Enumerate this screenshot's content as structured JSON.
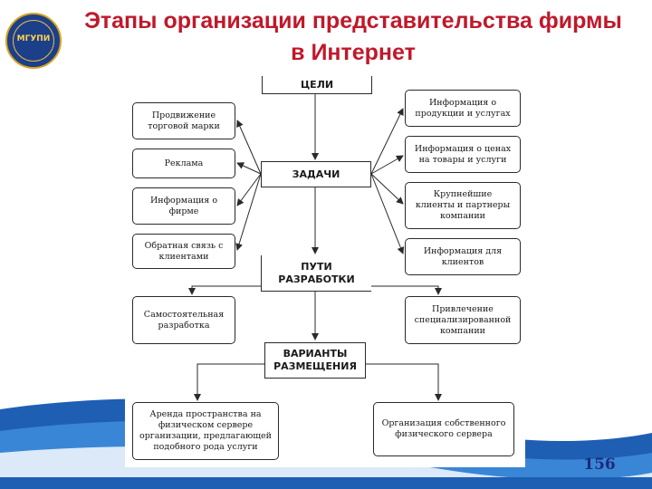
{
  "header": {
    "title": "Этапы организации представительства фирмы в Интернет",
    "logo_text": "МГУПИ"
  },
  "diagram": {
    "center": {
      "goals": "ЦЕЛИ",
      "tasks": "ЗАДАЧИ",
      "paths": "ПУТИ\nРАЗРАБОТКИ",
      "variants": "ВАРИАНТЫ\nРАЗМЕЩЕНИЯ"
    },
    "left": {
      "l1": "Продвижение\nторговой марки",
      "l2": "Реклама",
      "l3": "Информация о\nфирме",
      "l4": "Обратная связь с\nклиентами",
      "l5": "Самостоятельная\nразработка"
    },
    "right": {
      "r1": "Информация о\nпродукции и услугах",
      "r2": "Информация о ценах\nна товары и услуги",
      "r3": "Крупнейшие\nклиенты и партнеры\nкомпании",
      "r4": "Информация для\nклиентов",
      "r5": "Привлечение\nспециализированной\nкомпании"
    },
    "bottom": {
      "b1": "Аренда пространства на\nфизическом сервере\nорганизации, предлагающей\nподобного рода услуги",
      "b2": "Организация собственного\nфизического сервера"
    }
  },
  "footer": {
    "page_number": "156"
  },
  "colors": {
    "title": "#c0182a",
    "accent_blue": "#1e5fb4",
    "page_number": "#1e2a7a"
  }
}
